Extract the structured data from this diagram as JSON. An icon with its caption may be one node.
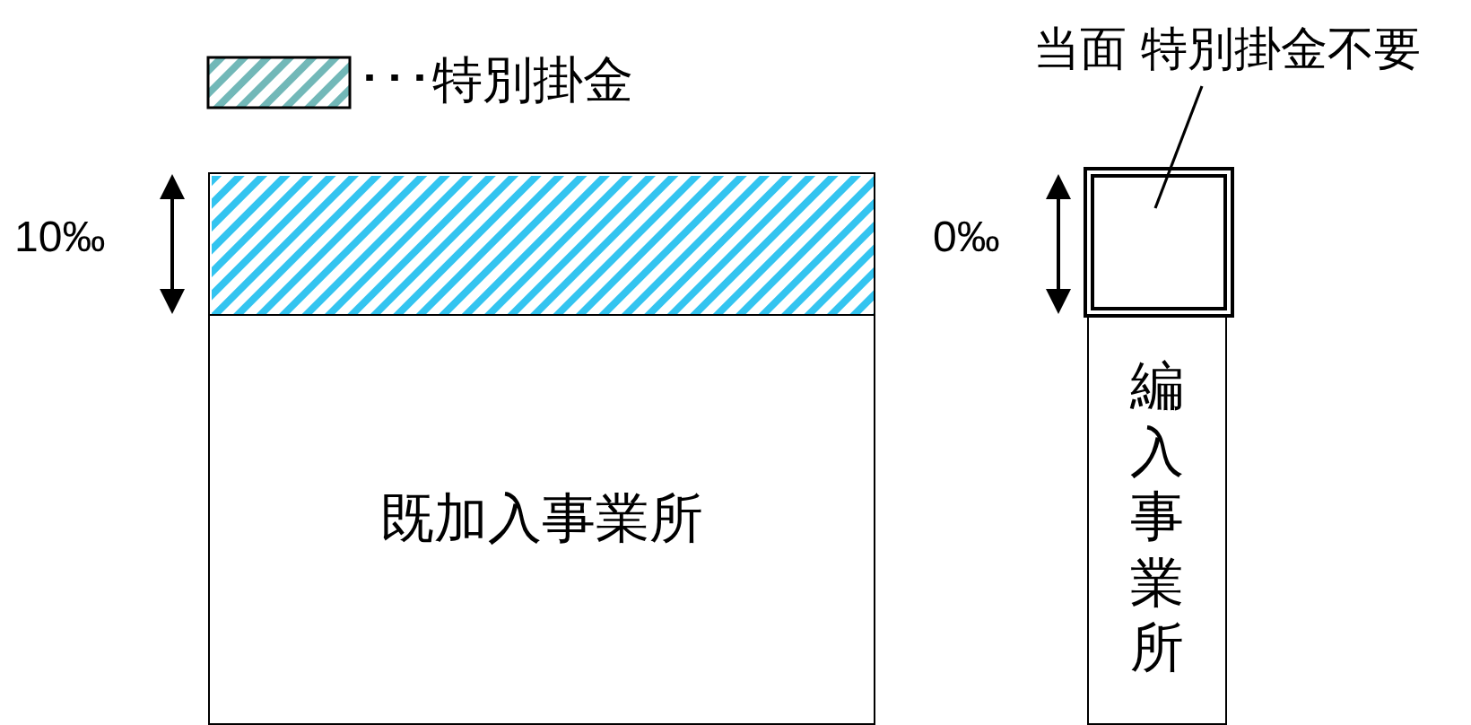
{
  "diagram": {
    "nodes": [
      {
        "text": [
          "既加入事業所"
        ]
      },
      {
        "text": [],
        "shape": "bar"
      },
      {
        "text": [
          "当面 特別掛金不要"
        ]
      },
      {
        "text": [],
        "shape": "box"
      },
      {
        "text": [
          "編入事業所"
        ]
      }
    ],
    "edges": [
      {
        "from": 2,
        "to": 3,
        "arrow": "none"
      }
    ],
    "labels": [
      "10‰",
      "0‰"
    ],
    "legend": [
      {
        "text": "･･･特別掛金"
      }
    ]
  }
}
